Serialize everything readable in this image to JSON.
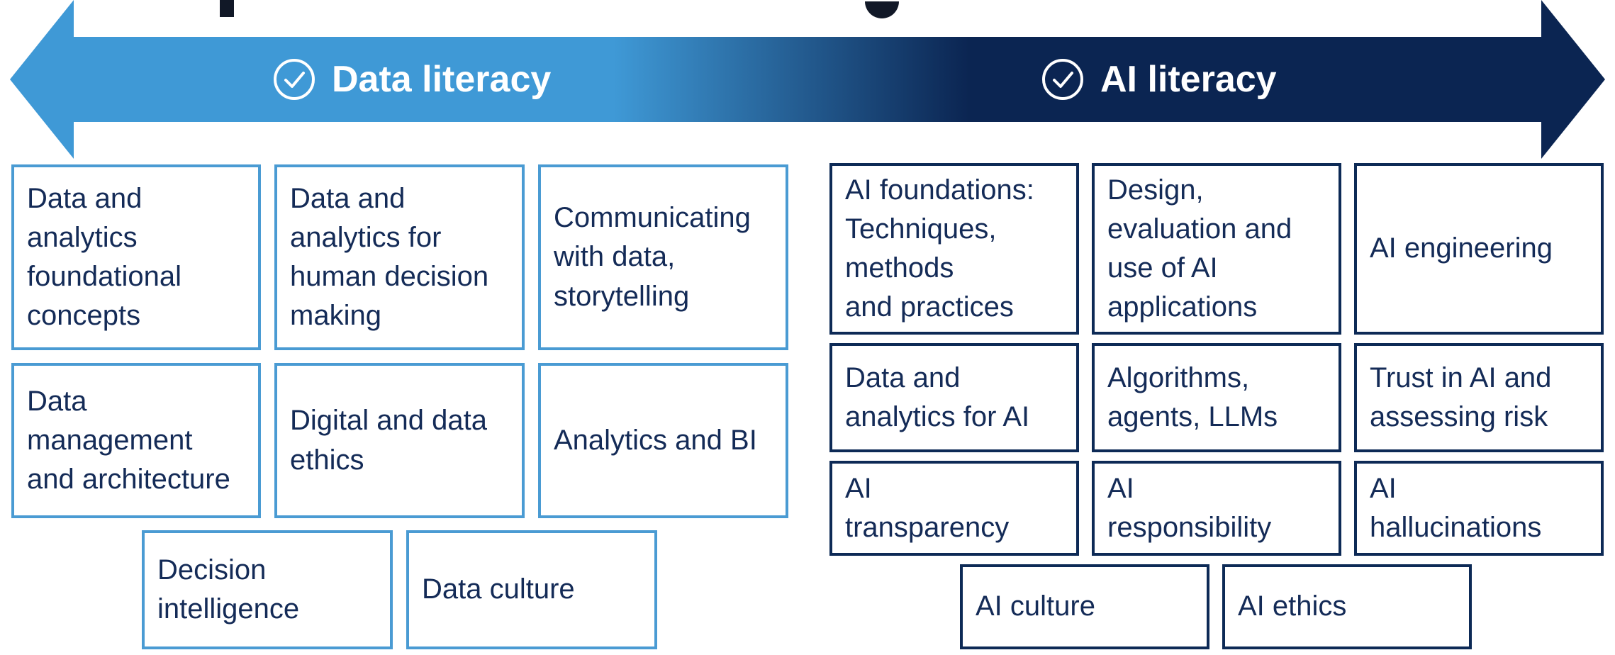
{
  "colors": {
    "data_light": "#3f99d6",
    "ai_dark": "#0b2552",
    "data_border": "#4a9bd3",
    "ai_border": "#0d2a56",
    "text": "#142b57"
  },
  "banner": {
    "data_label": "Data literacy",
    "ai_label": "AI literacy",
    "icon": "check-circle-icon"
  },
  "data_literacy": {
    "items": [
      "Data and\nanalytics\nfoundational\nconcepts",
      "Data and\nanalytics for\nhuman decision\nmaking",
      "Communicating\nwith data,\nstorytelling",
      "Data\nmanagement\nand architecture",
      "Digital and data\nethics",
      "Analytics and BI",
      "Decision\nintelligence",
      "Data culture"
    ]
  },
  "ai_literacy": {
    "items": [
      " AI foundations:\nTechniques,\nmethods\nand practices",
      " Design,\nevaluation and\nuse of AI\napplications",
      " AI engineering",
      " Data and\nanalytics for AI",
      " Algorithms,\nagents, LLMs",
      " Trust in AI and\nassessing risk",
      " AI\ntransparency",
      " AI\nresponsibility",
      " AI\nhallucinations",
      " AI culture",
      " AI ethics"
    ]
  }
}
